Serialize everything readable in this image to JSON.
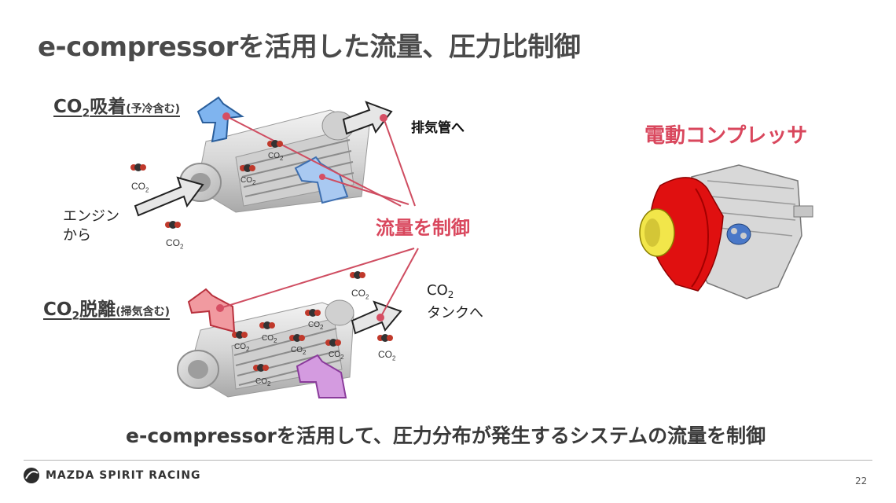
{
  "slide": {
    "title": "e-compressorを活用した流量、圧力比制御",
    "adsorption": {
      "main": "吸着",
      "sub": "(予冷含む)"
    },
    "desorption": {
      "main": "脱離",
      "sub": "(掃気含む)"
    },
    "co2": "CO",
    "co2_subscript": "2",
    "exhaust_label": "排気管へ",
    "engine_label_line1": "エンジン",
    "engine_label_line2": "から",
    "flow_control_label": "流量を制御",
    "tank_label_line2": "タンクへ",
    "ecompressor_label": "電動コンプレッサ",
    "summary": "e-compressorを活用して、圧力分布が発生するシステムの流量を制御",
    "footer_brand": "MAZDA SPIRIT RACING",
    "page_number": "22"
  },
  "colors": {
    "accent": "#d9475d",
    "title": "#4a4a4a",
    "arrow_blue": "#7fb4ef",
    "arrow_red": "#f19aa0",
    "arrow_purple": "#d49be0",
    "arrow_gray": "#bdbdbd",
    "compressor_red": "#e01010",
    "compressor_yellow": "#f2e64a"
  },
  "icons": [
    "co2-molecule-icon",
    "flow-arrow-icon",
    "mazda-logo-icon"
  ]
}
